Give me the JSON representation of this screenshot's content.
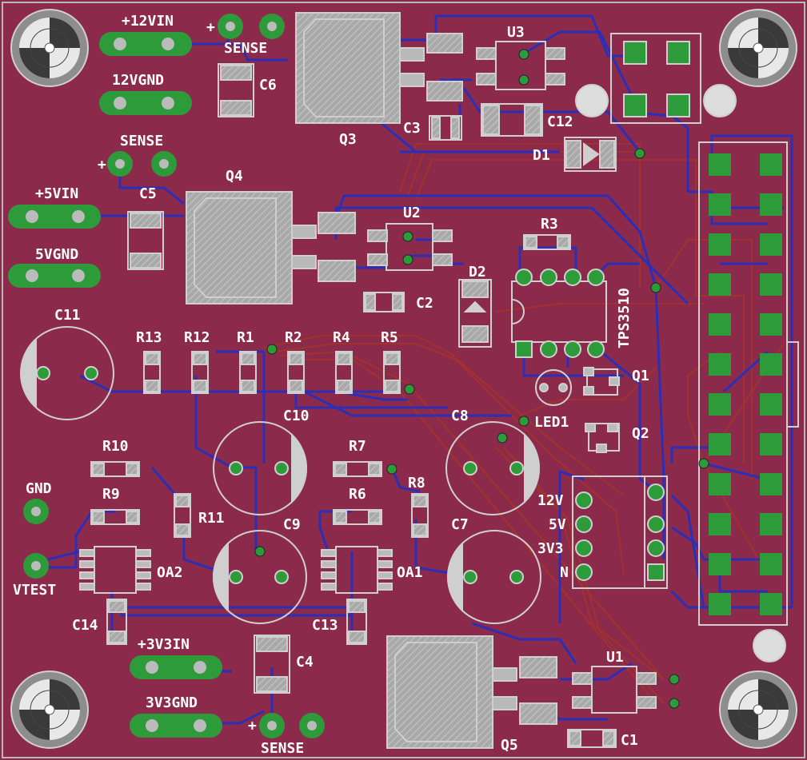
{
  "colors": {
    "board": "#8c2a4c",
    "silk": "#cfcfcf",
    "pad": "#b5b5b5",
    "via_ring": "#2e9b3a",
    "trace_top": "#2b2fb7",
    "trace_bottom": "#a4322c",
    "label": "#ffffff"
  },
  "labels": {
    "in12v": "+12VIN",
    "gnd12v": "12VGND",
    "sense_top": "SENSE",
    "sense_mid": "SENSE",
    "sense_bot": "SENSE",
    "plus_a": "+",
    "plus_b": "+",
    "plus_c": "+",
    "in5v": "+5VIN",
    "gnd5v": "5VGND",
    "in3v3": "+3V3IN",
    "gnd3v3": "3V3GND",
    "gnd": "GND",
    "vtest": "VTEST",
    "c1": "C1",
    "c2": "C2",
    "c3": "C3",
    "c4": "C4",
    "c5": "C5",
    "c6": "C6",
    "c7": "C7",
    "c8": "C8",
    "c9": "C9",
    "c10": "C10",
    "c11": "C11",
    "c12": "C12",
    "c13": "C13",
    "c14": "C14",
    "q1": "Q1",
    "q2": "Q2",
    "q3": "Q3",
    "q4": "Q4",
    "q5": "Q5",
    "u1": "U1",
    "u2": "U2",
    "u3": "U3",
    "d1": "D1",
    "d2": "D2",
    "r1": "R1",
    "r2": "R2",
    "r3": "R3",
    "r4": "R4",
    "r5": "R5",
    "r6": "R6",
    "r7": "R7",
    "r8": "R8",
    "r9": "R9",
    "r10": "R10",
    "r11": "R11",
    "r12": "R12",
    "r13": "R13",
    "oa1": "OA1",
    "oa2": "OA2",
    "led1": "LED1",
    "tps": "TPS3510",
    "h12v": "12V",
    "h5v": "5V",
    "h3v3": "3V3",
    "hn": "N"
  }
}
